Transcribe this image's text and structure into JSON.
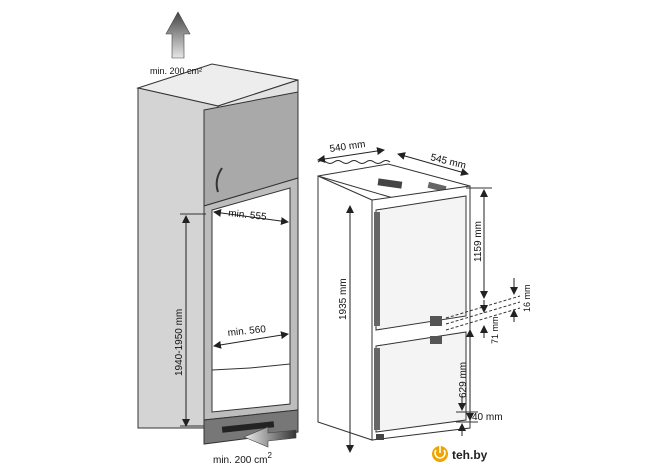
{
  "labels": {
    "top_vent": "min. 200 cm²",
    "bottom_vent_main": "min. 200 cm",
    "bottom_vent_sup": "2",
    "niche_width_top": "min. 555",
    "niche_width_bottom": "min. 560",
    "niche_height": "1940-1950 mm",
    "fridge_width": "540 mm",
    "fridge_depth": "545 mm",
    "fridge_height": "1935 mm",
    "upper_door": "1159 mm",
    "lower_door": "629 mm",
    "gap_upper": "16 mm",
    "gap_mid": "71 mm",
    "base_gap": "40 mm"
  },
  "watermark": {
    "text": "teh.by",
    "icon": "power-icon"
  },
  "colors": {
    "cabinet_fill": "#d4d4d4",
    "door_fill": "#a9a9a9",
    "frame_fill": "#bdbdbd",
    "outline": "#333333",
    "watermark_accent": "#f0a400"
  }
}
